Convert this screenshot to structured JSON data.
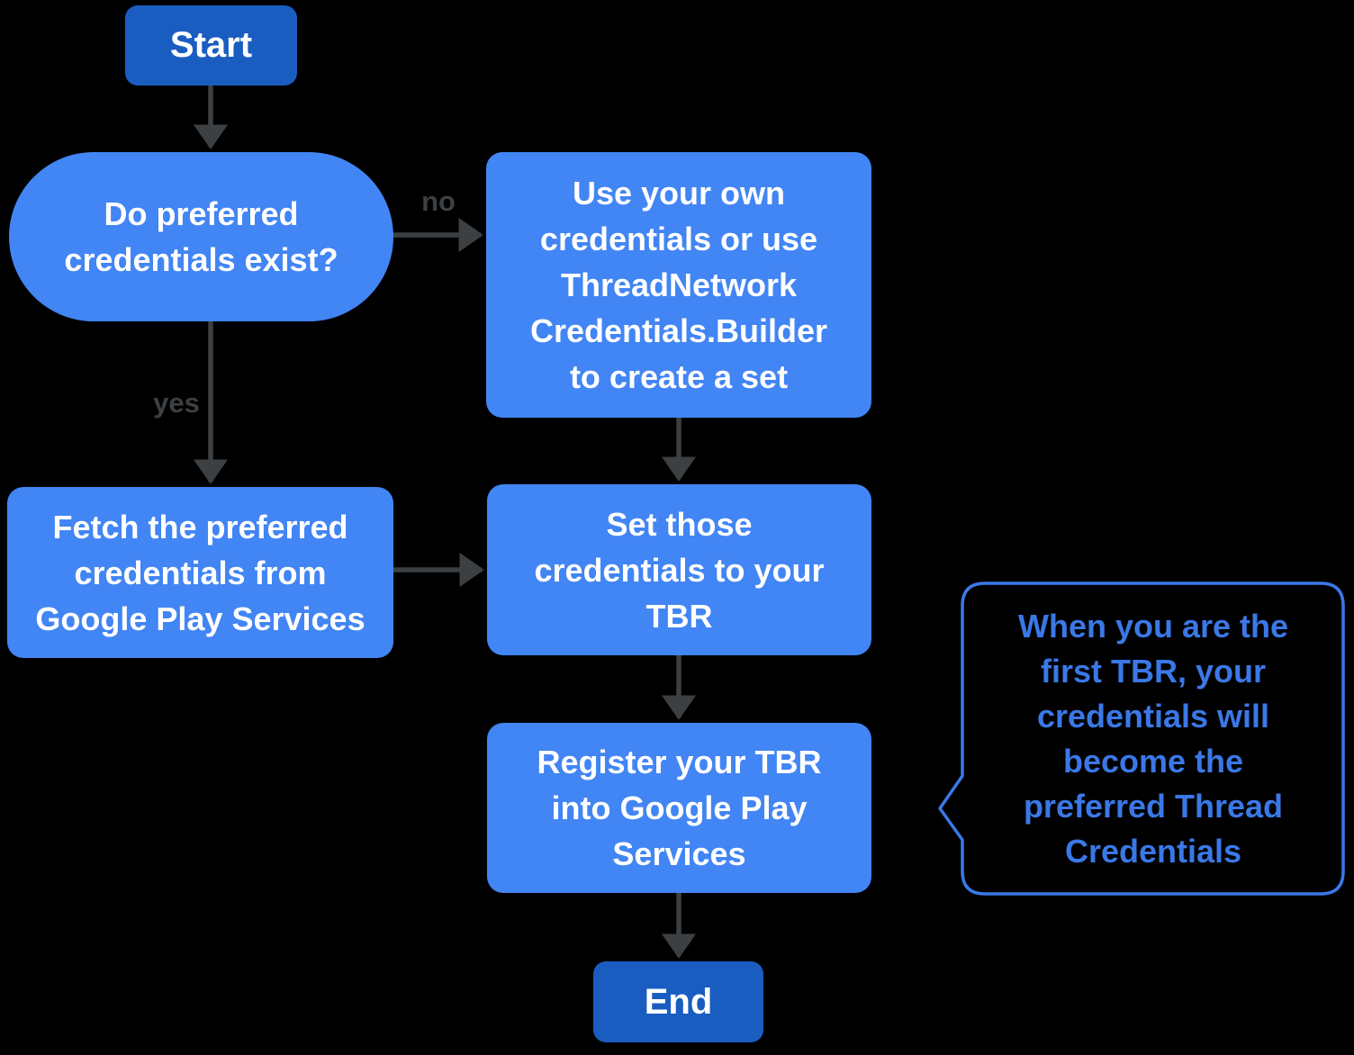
{
  "diagram": {
    "title": "Thread credentials flowchart",
    "background": "#000000",
    "colors": {
      "process_fill": "#4285f4",
      "terminal_fill": "#1a5dc0",
      "node_text": "#ffffff",
      "arrow": "#3c4043",
      "edge_label": "#3c4043",
      "callout_accent": "#3b78e7"
    }
  },
  "nodes": {
    "start": {
      "type": "terminal",
      "label": "Start"
    },
    "decision": {
      "type": "decision",
      "label": "Do preferred\ncredentials exist?"
    },
    "use_own": {
      "type": "process",
      "label": "Use your own\ncredentials or use\nThreadNetwork\nCredentials.Builder\nto create a set"
    },
    "fetch": {
      "type": "process",
      "label": "Fetch the preferred\ncredentials from\nGoogle Play Services"
    },
    "set_tbr": {
      "type": "process",
      "label": "Set those\ncredentials to your\nTBR"
    },
    "register": {
      "type": "process",
      "label": "Register your TBR\ninto Google Play\nServices"
    },
    "end": {
      "type": "terminal",
      "label": "End"
    }
  },
  "edges": {
    "start_to_decision": {
      "label": ""
    },
    "decision_to_use_own": {
      "label": "no"
    },
    "decision_to_fetch": {
      "label": "yes"
    },
    "use_own_to_set": {
      "label": ""
    },
    "fetch_to_set": {
      "label": ""
    },
    "set_to_register": {
      "label": ""
    },
    "register_to_end": {
      "label": ""
    }
  },
  "callout": {
    "text": "When you are the\nfirst TBR, your\ncredentials will\nbecome the\npreferred Thread\nCredentials"
  }
}
